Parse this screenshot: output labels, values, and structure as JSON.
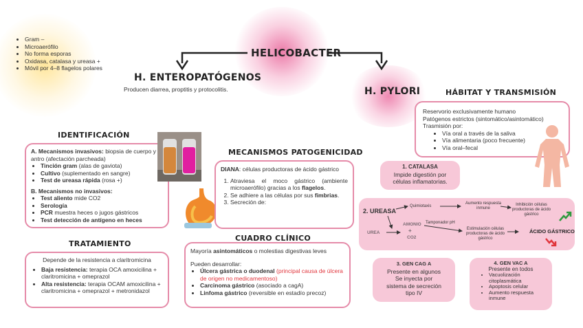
{
  "header": {
    "title": "HELICOBACTER",
    "features": [
      "Gram –",
      "Microaerófilo",
      "No forma esporas",
      "Oxidasa, catalasa y ureasa +",
      "Móvil por 4–8 flagelos polares"
    ]
  },
  "enteropatogenos": {
    "title": "H. ENTEROPATÓGENOS",
    "subtitle": "Producen diarrea, proptitis y protocolitis."
  },
  "pylori": {
    "title": "H. PYLORI"
  },
  "identificacion": {
    "title": "IDENTIFICACIÓN",
    "a_label": "A. Mecanismos invasivos:",
    "a_text": " biopsia de cuerpo y antro (afectación parcheada)",
    "a_items": [
      {
        "b": "Tinción gram",
        "t": " (alas de gaviota)"
      },
      {
        "b": "Cultivo",
        "t": " (suplementado en sangre)"
      },
      {
        "b": "Test de ureasa rápida",
        "t": " (rosa +)"
      }
    ],
    "b_label": "B. Mecanismos no invasivos:",
    "b_items": [
      {
        "b": "Test aliento",
        "t": " mide CO2"
      },
      {
        "b": "Serología",
        "t": ""
      },
      {
        "b": "PCR",
        "t": " muestra heces o jugos gástricos"
      },
      {
        "b": "Test detección de antígeno en heces",
        "t": ""
      }
    ]
  },
  "tratamiento": {
    "title": "TRATAMIENTO",
    "intro": "Depende de la resistencia a claritromicina",
    "items": [
      {
        "b": "Baja resistencia:",
        "t": " terapia OCA amoxicilina + claritromicina + omeprazol"
      },
      {
        "b": "Alta resistencia:",
        "t": " terapia OCAM amoxicilina + claritromicina + omeprazol + metronidazol"
      }
    ]
  },
  "mecanismos": {
    "title": "MECANISMOS PATOGENICIDAD",
    "intro_b": "DIANA",
    "intro_t": ": células productoras de ácido gástrico",
    "steps": [
      {
        "t": "Atraviesa el moco gástrico (ambiente microaerófilo) gracias a los ",
        "b": "flagelos",
        "e": "."
      },
      {
        "t": "Se adhiere a las células por sus ",
        "b": "fimbrias",
        "e": "."
      },
      {
        "t": "Secreción de:",
        "b": "",
        "e": ""
      }
    ]
  },
  "cuadro": {
    "title": "CUADRO CLÍNICO",
    "line1_a": "Mayoría ",
    "line1_b": "asintomáticos",
    "line1_c": " o molestias digestivas leves",
    "line2": "Pueden desarrollar:",
    "items": [
      {
        "b": "Úlcera gástrica o duodenal",
        "r": " (principal causa de úlcera de origen no medicamentoso)",
        "t": ""
      },
      {
        "b": "Carcinoma gástrico",
        "r": "",
        "t": " (asociado a cagA)"
      },
      {
        "b": "Linfoma gástrico",
        "r": "",
        "t": " (reversible en estadío precoz)"
      }
    ]
  },
  "habitat": {
    "title": "HÁBITAT Y TRANSMISIÓN",
    "lines": [
      "Reservorio exclusivamente humano",
      "Patógenos estrictos (sintomático/asintomático)",
      "Trasmisión por:"
    ],
    "items": [
      "Vía oral a través de la saliva",
      "Vía alimentaria (poco frecuente)",
      "Vía oral–fecal"
    ]
  },
  "catalasa": {
    "title": "1. CATALASA",
    "text": "Impide digestión por células inflamatorias."
  },
  "ureasa": {
    "title": "2. UREASA",
    "quimiotaxis": "Quimiotaxis",
    "aumento": "Aumento respuesta inmune",
    "inhibicion": "Inhibición células productoras de ácido gástrico",
    "urea": "UREA",
    "amonio": "AMONIO",
    "co2": "CO2",
    "tamponador": "Tamponador pH",
    "estimulacion": "Estimulación células productoras de ácido gástrico",
    "acido": "ÁCIDO GÁSTRICO"
  },
  "cag": {
    "title": "3. GEN CAG A",
    "lines": [
      "Presente en algunos",
      "Se inyecta por sistema de secreción tipo IV"
    ]
  },
  "vac": {
    "title": "4. GEN VAC A",
    "line": "Presente en todos",
    "items": [
      "Vacuolización citoplasmática",
      "Apoptosis celular",
      "Aumento respuesta inmune"
    ]
  },
  "colors": {
    "accent": "#e58aa8",
    "fill": "#f7c8d8",
    "red": "#e0343b",
    "green": "#2e9a3e"
  }
}
